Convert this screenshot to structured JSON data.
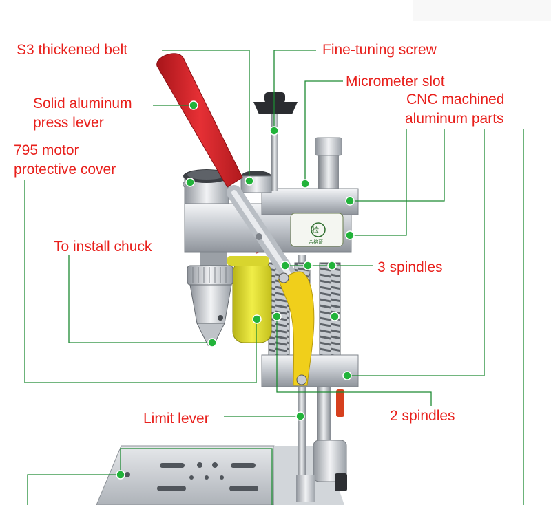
{
  "labels": {
    "belt": "S3 thickened belt",
    "fine_screw": "Fine-tuning screw",
    "micrometer": "Micrometer slot",
    "cnc_1": "CNC machined",
    "cnc_2": "aluminum parts",
    "lever_1": "Solid aluminum",
    "lever_2": "press lever",
    "motor_1": "795 motor",
    "motor_2": "protective cover",
    "chuck": "To install chuck",
    "three_spindles": "3 spindles",
    "limit_lever": "Limit lever",
    "two_spindles": "2 spindles"
  },
  "colors": {
    "label_text": "#e8201c",
    "callout_dot": "#22b33a",
    "leader_line": "#1d8a33",
    "press_lever_grip": "#d9262a",
    "motor_cover": "#e4e234",
    "limit_lever": "#f2d21c"
  },
  "badge_lettering": [
    "检",
    "合格证"
  ]
}
